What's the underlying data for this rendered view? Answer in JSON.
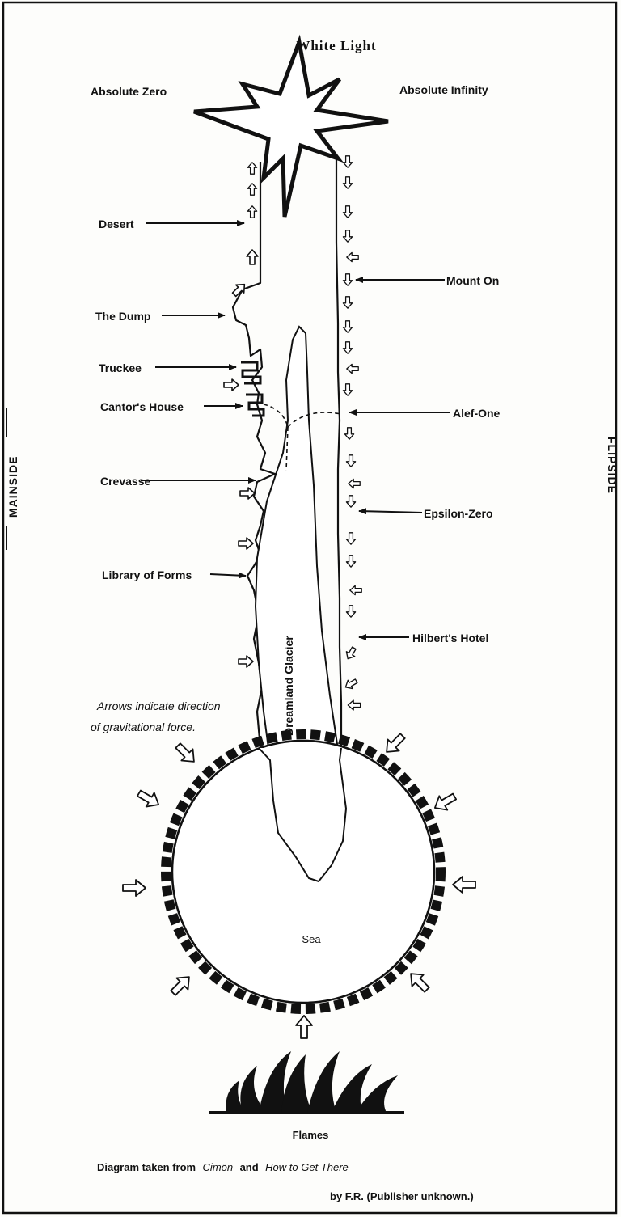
{
  "title": "White Light",
  "corners": {
    "left": "Absolute Zero",
    "right": "Absolute Infinity"
  },
  "sides": {
    "left": "MAINSIDE",
    "right": "FLIPSIDE"
  },
  "labels_left": [
    "Desert",
    "The Dump",
    "Truckee",
    "Cantor's House",
    "Crevasse",
    "Library of Forms"
  ],
  "labels_right": [
    "Mount On",
    "Alef-One",
    "Epsilon-Zero",
    "Hilbert's Hotel"
  ],
  "glacier": "Dreamland Glacier",
  "note": {
    "line1": "Arrows indicate direction",
    "line2": "of gravitational force."
  },
  "sea": "Sea",
  "flames": "Flames",
  "caption": {
    "prefix": "Diagram taken from",
    "book_1": "Cimön",
    "and": "and",
    "book_2": "How to Get There",
    "byline": "by F.R. (Publisher unknown.)"
  },
  "colors": {
    "ink": "#111111",
    "paper": "#fdfdfb"
  }
}
